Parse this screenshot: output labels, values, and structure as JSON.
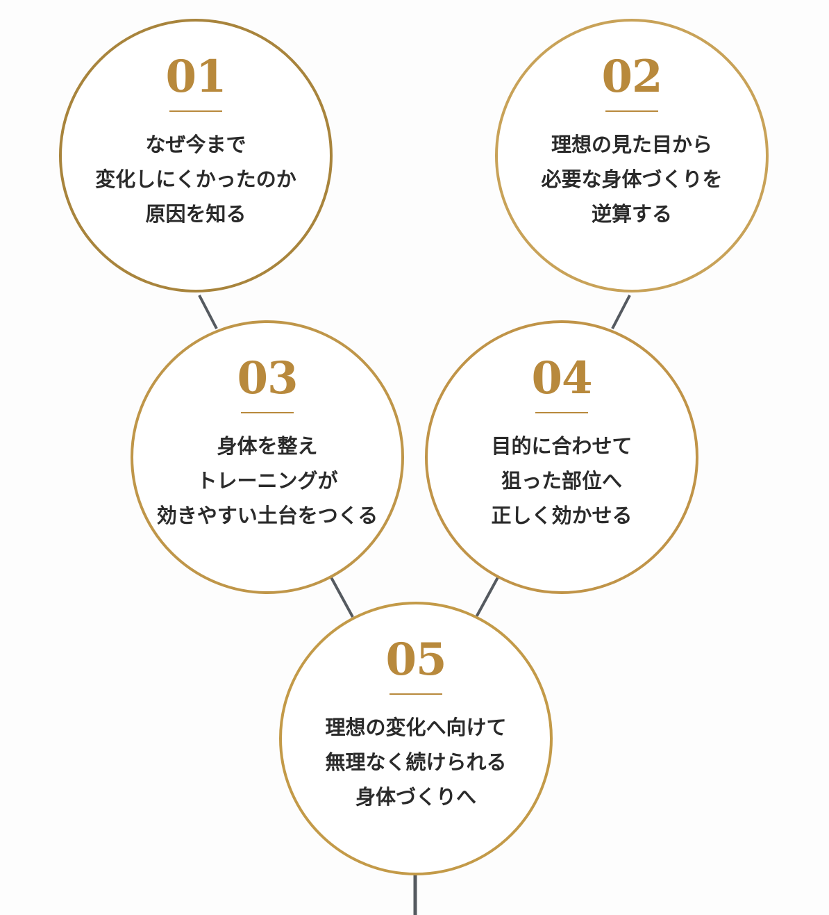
{
  "diagram": {
    "steps": [
      {
        "number": "01",
        "lines": [
          "なぜ今まで",
          "変化しにくかったのか",
          "原因を知る"
        ]
      },
      {
        "number": "02",
        "lines": [
          "理想の見た目から",
          "必要な身体づくりを",
          "逆算する"
        ]
      },
      {
        "number": "03",
        "lines": [
          "身体を整え",
          "トレーニングが",
          "効きやすい土台をつくる"
        ]
      },
      {
        "number": "04",
        "lines": [
          "目的に合わせて",
          "狙った部位へ",
          "正しく効かせる"
        ]
      },
      {
        "number": "05",
        "lines": [
          "理想の変化へ向けて",
          "無理なく続けられる",
          "身体づくりへ"
        ]
      }
    ],
    "colors": {
      "ring": "#c39a48",
      "number": "#b8893c",
      "text": "#2a2a2a",
      "connector": "#555a60"
    }
  }
}
